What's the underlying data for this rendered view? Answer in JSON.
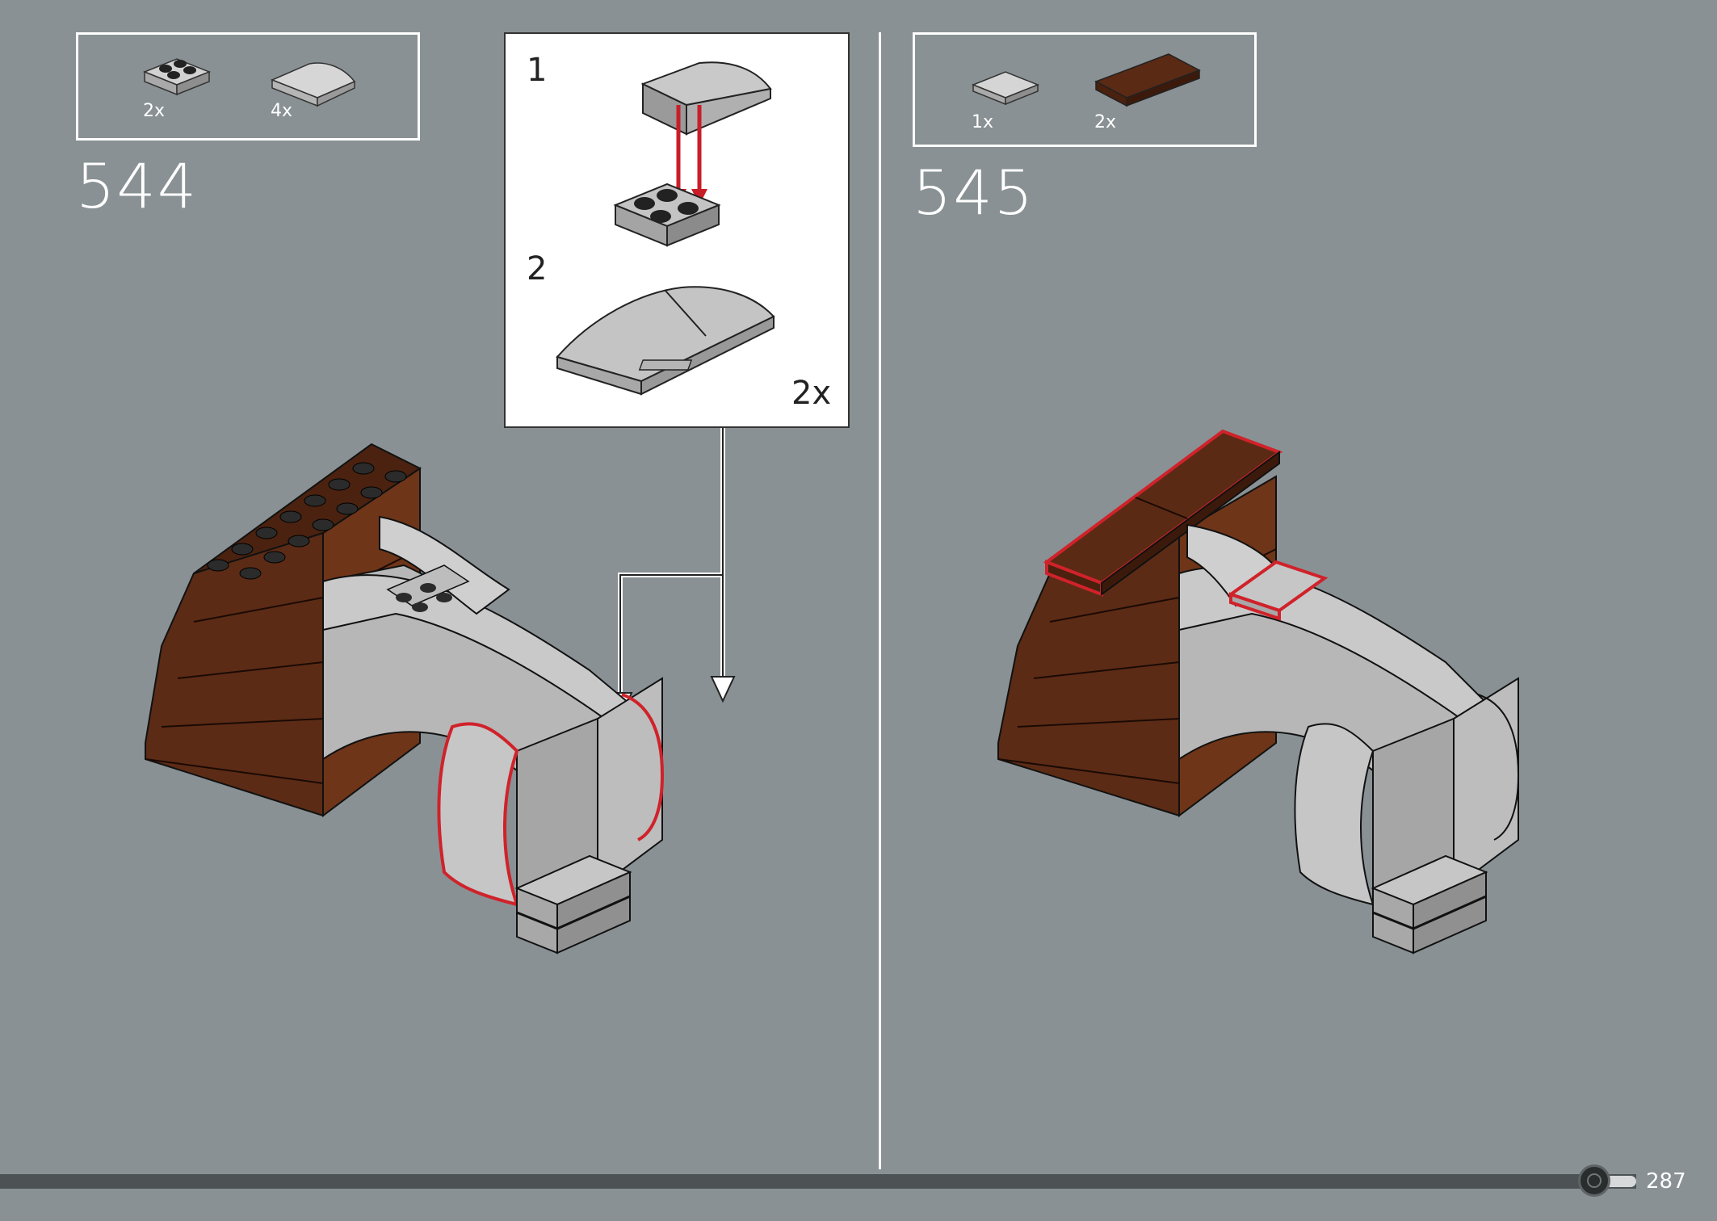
{
  "step_544": {
    "number": "544",
    "parts": [
      {
        "qty": "2x",
        "icon": "plate-2x2-light-gray-icon"
      },
      {
        "qty": "4x",
        "icon": "curved-slope-light-gray-icon"
      }
    ],
    "substeps": [
      {
        "number": "1"
      },
      {
        "number": "2",
        "multiplier": "2x"
      }
    ]
  },
  "step_545": {
    "number": "545",
    "parts": [
      {
        "qty": "1x",
        "icon": "tile-2x2-light-gray-icon"
      },
      {
        "qty": "2x",
        "icon": "tile-2x4-reddish-brown-icon"
      }
    ]
  },
  "footer": {
    "page_number": "287",
    "progress": 0.97
  },
  "colors": {
    "background": "#899194",
    "highlight": "#d0222a",
    "reddish_brown": "#5a2a14",
    "light_gray": "#c6c6c6"
  }
}
